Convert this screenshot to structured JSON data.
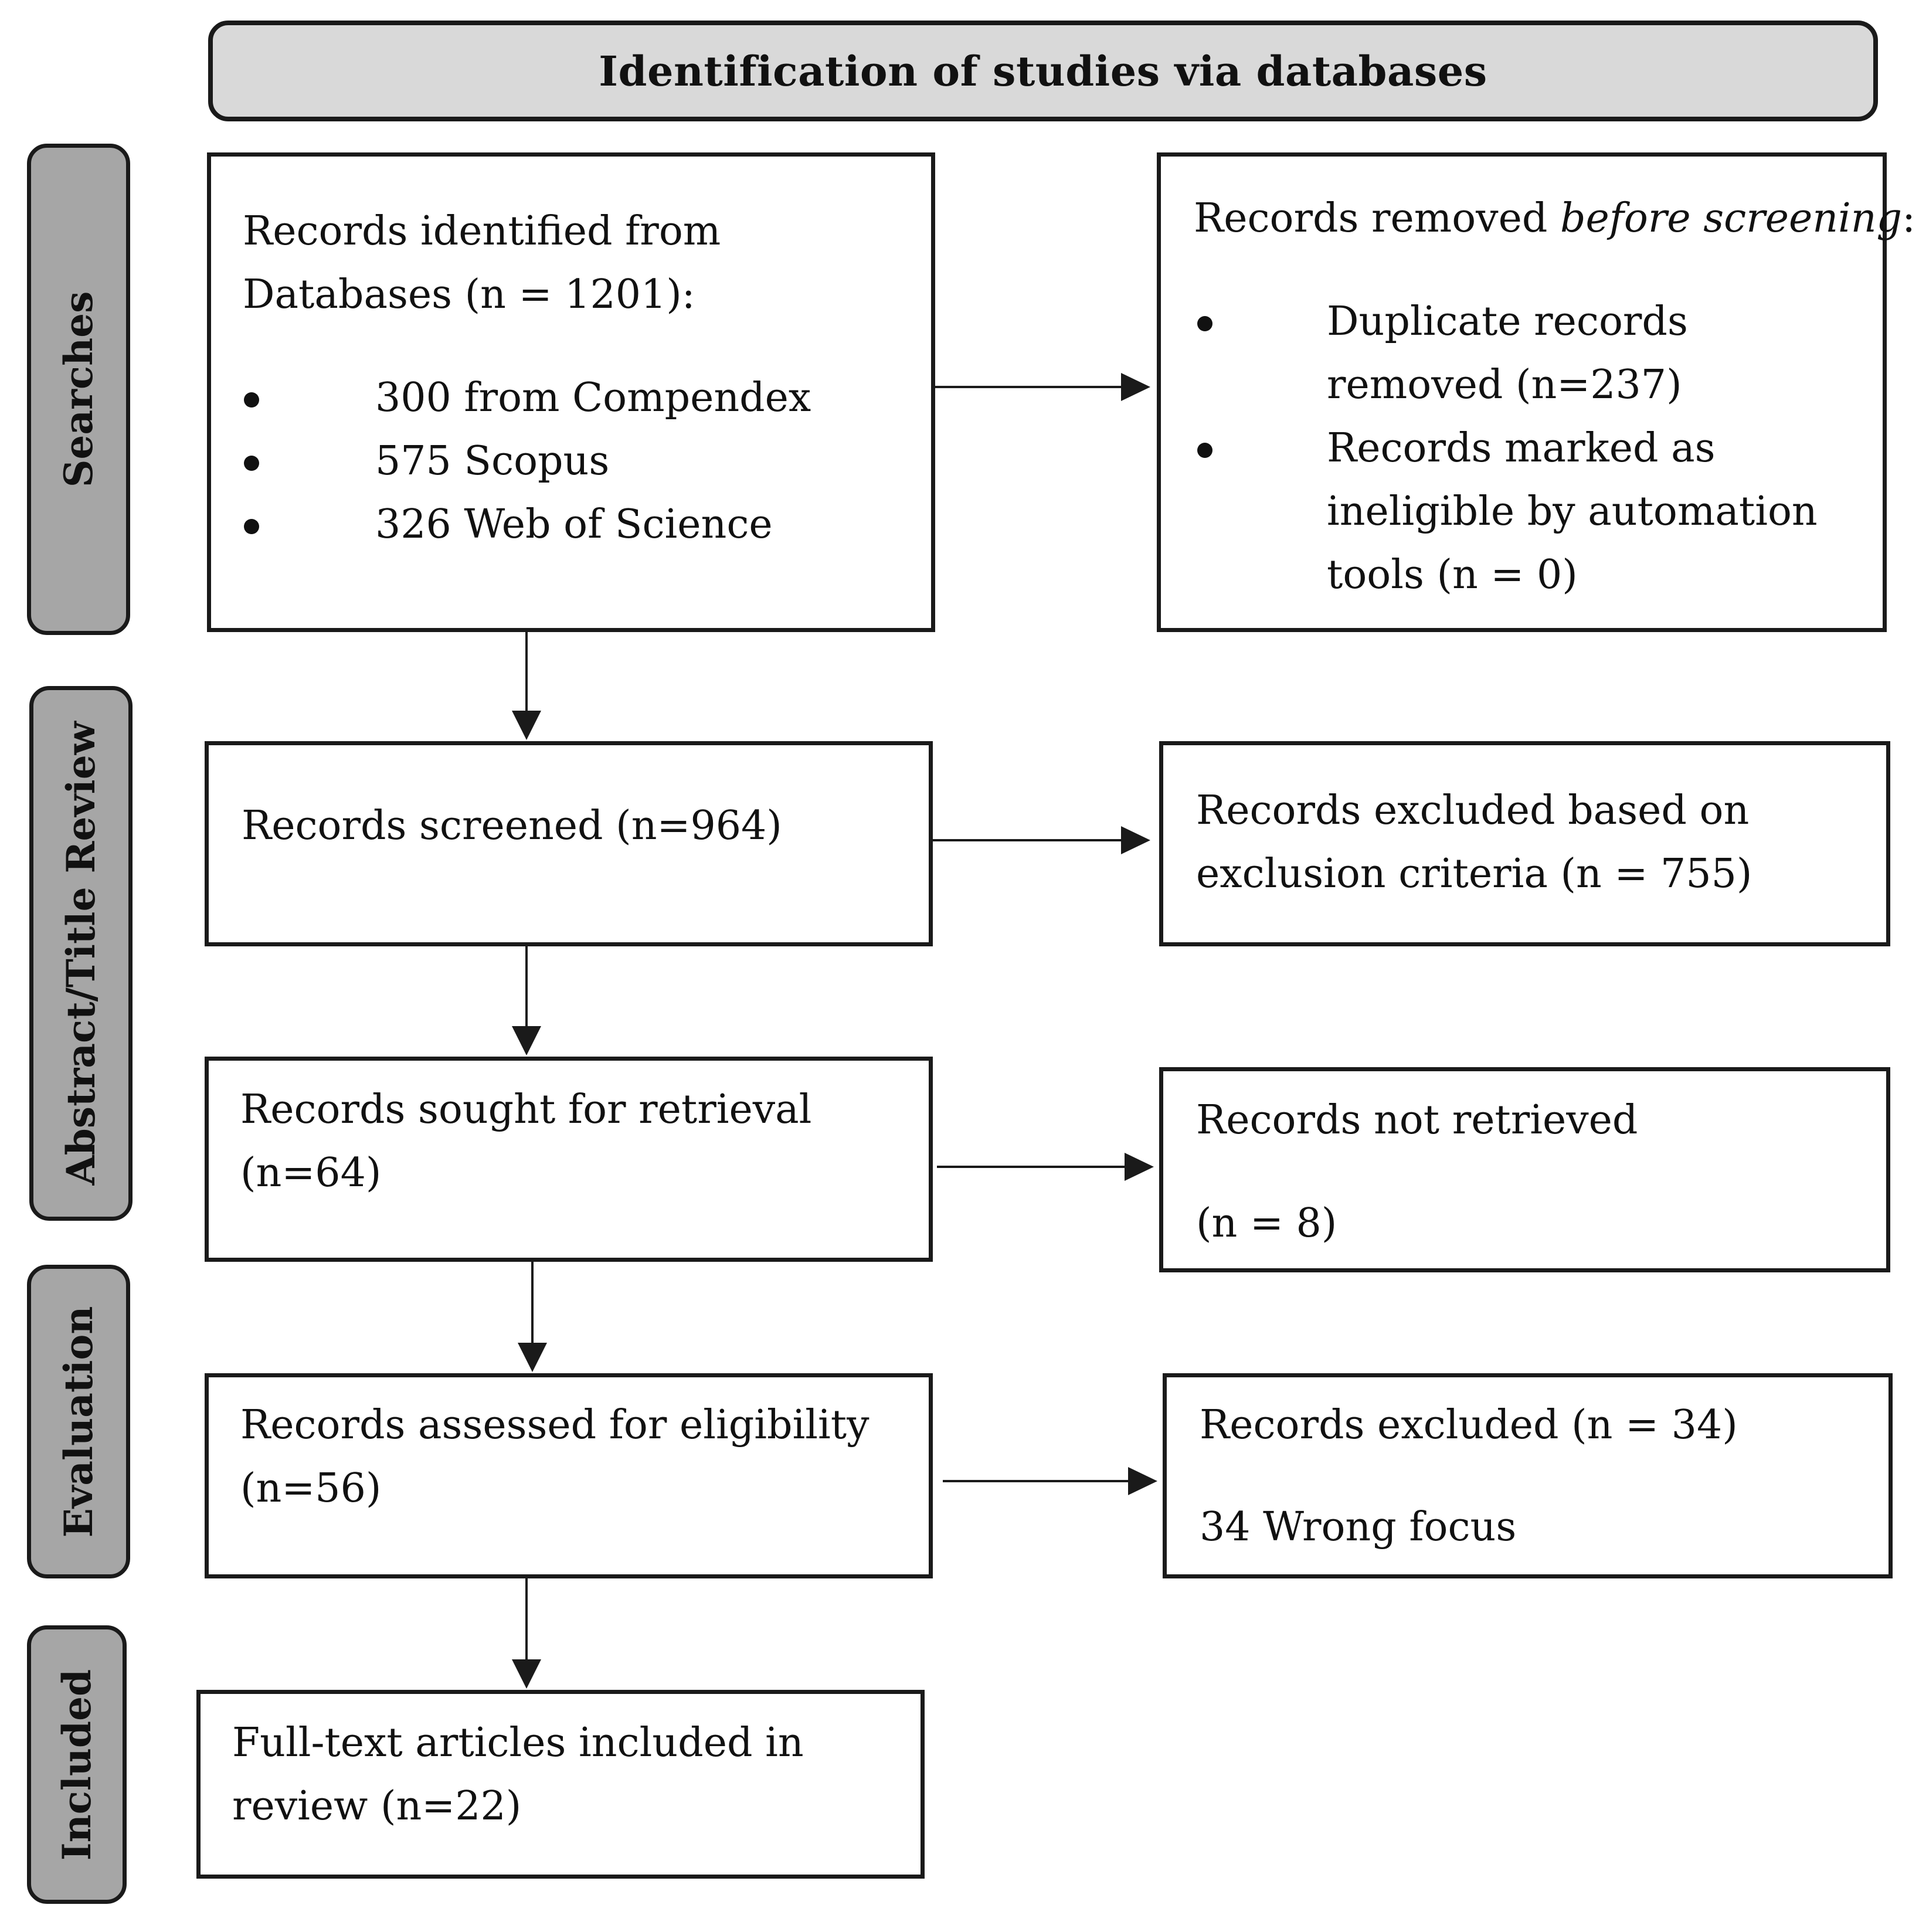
{
  "header": {
    "title": "Identification of studies via databases"
  },
  "phases": {
    "searches": "Searches",
    "abstract_title_review": "Abstract/Title Review",
    "evaluation": "Evaluation",
    "included": "Included"
  },
  "boxes": {
    "identified": {
      "line1": "Records identified from",
      "line2": "Databases (n = 1201):",
      "bullets": [
        "300 from Compendex",
        "575 Scopus",
        "326 Web of Science"
      ]
    },
    "removed": {
      "title_prefix": "Records removed ",
      "title_italic": "before screening",
      "title_suffix": ":",
      "bullet1_line1": "Duplicate records",
      "bullet1_line2": "removed (n=237)",
      "bullet2_line1": "Records marked as",
      "bullet2_line2": "ineligible by automation",
      "bullet2_line3": "tools (n = 0)"
    },
    "screened": {
      "line1": "Records screened (n=964)"
    },
    "excluded_criteria": {
      "line1": "Records excluded based on",
      "line2": "exclusion criteria (n = 755)"
    },
    "sought": {
      "line1": "Records sought for retrieval",
      "line2": "(n=64)"
    },
    "not_retrieved": {
      "line1": "Records not retrieved",
      "line2": "(n = 8)"
    },
    "assessed": {
      "line1": "Records assessed for eligibility",
      "line2": "(n=56)"
    },
    "excluded": {
      "line1": "Records excluded (n = 34)",
      "line2": "34 Wrong focus"
    },
    "included": {
      "line1": "Full-text articles included in",
      "line2": "review (n=22)"
    }
  }
}
